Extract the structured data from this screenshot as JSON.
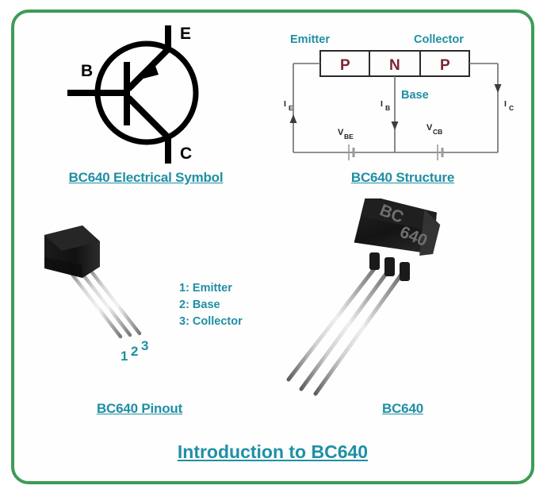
{
  "page": {
    "title": "Introduction to BC640",
    "frame_color": "#3e9b56",
    "accent_color": "#1f8fa5",
    "background": "#ffffff"
  },
  "panels": {
    "symbol": {
      "caption": "BC640 Electrical Symbol",
      "terminals": {
        "emitter": "E",
        "base": "B",
        "collector": "C"
      },
      "type": "PNP transistor schematic symbol"
    },
    "structure": {
      "caption": "BC640 Structure",
      "layer_labels": [
        "P",
        "N",
        "P"
      ],
      "layer_color": "#7b2433",
      "region_labels": {
        "emitter": "Emitter",
        "collector": "Collector",
        "base": "Base"
      },
      "currents": [
        {
          "symbol": "I",
          "sub": "E"
        },
        {
          "symbol": "I",
          "sub": "B"
        },
        {
          "symbol": "I",
          "sub": "C"
        }
      ],
      "voltages": [
        {
          "symbol": "V",
          "sub": "BE"
        },
        {
          "symbol": "V",
          "sub": "CB"
        }
      ]
    },
    "pinout": {
      "caption": "BC640 Pinout",
      "pin_numbers": [
        "1",
        "2",
        "3"
      ],
      "legend": [
        "1: Emitter",
        "2: Base",
        "3: Collector"
      ]
    },
    "photo": {
      "caption": "BC640",
      "package_marking_line1": "BC",
      "package_marking_line2": "640"
    }
  }
}
